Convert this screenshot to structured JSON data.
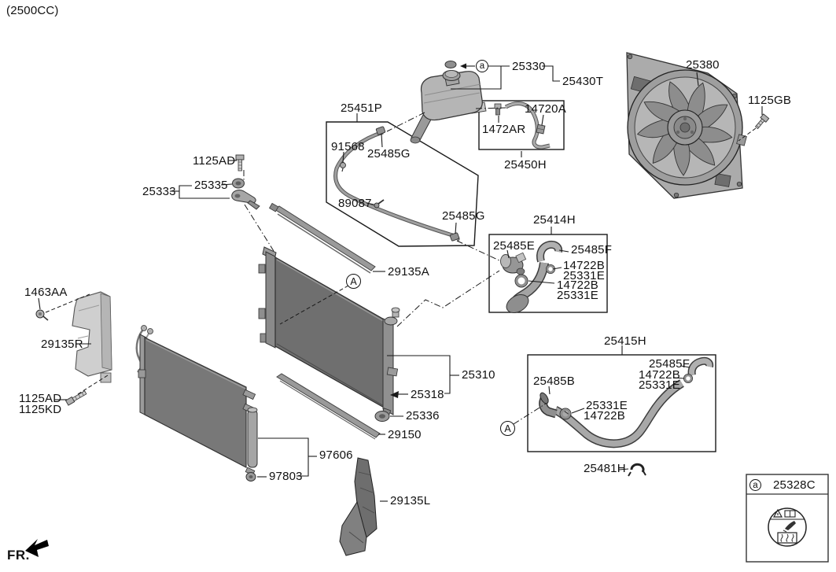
{
  "title": "(2500CC)",
  "front_marker": "FR.",
  "markers": {
    "a_top": "a",
    "A_radiator": "A",
    "A_hose": "A",
    "a_legend": "a"
  },
  "legend": {
    "code": "25328C"
  },
  "colors": {
    "line": "#1a1a1a",
    "core_dark": "#6f6f6f",
    "core_mid": "#787878",
    "part_gray": "#9a9a9a",
    "background": "#ffffff"
  },
  "parts": {
    "p25330": "25330",
    "p25430T": "25430T",
    "p25451P": "25451P",
    "p91568": "91568",
    "p25485G_a": "25485G",
    "p89087": "89087",
    "p25485G_b": "25485G",
    "p14720A": "14720A",
    "p1472AR": "1472AR",
    "p25450H": "25450H",
    "p25380": "25380",
    "p1125GB": "1125GB",
    "p1125AD_top": "1125AD",
    "p25335": "25335",
    "p25333": "25333",
    "p1463AA": "1463AA",
    "p29135R": "29135R",
    "p1125AD_left": "1125AD",
    "p1125KD": "1125KD",
    "p29135A": "29135A",
    "p25310": "25310",
    "p25318": "25318",
    "p25336": "25336",
    "p29150": "29150",
    "p97606": "97606",
    "p97803": "97803",
    "p29135L": "29135L",
    "p25414H": "25414H",
    "p25485E": "25485E",
    "p25485F_a": "25485F",
    "p14722B_a1": "14722B",
    "p25331E_a1": "25331E",
    "p14722B_a2": "14722B",
    "p25331E_a2": "25331E",
    "p25415H": "25415H",
    "p25485B": "25485B",
    "p25485F_b": "25485F",
    "p14722B_b1": "14722B",
    "p25331E_b1": "25331E",
    "p25331E_b2": "25331E",
    "p14722B_b2": "14722B",
    "p25481H": "25481H"
  }
}
